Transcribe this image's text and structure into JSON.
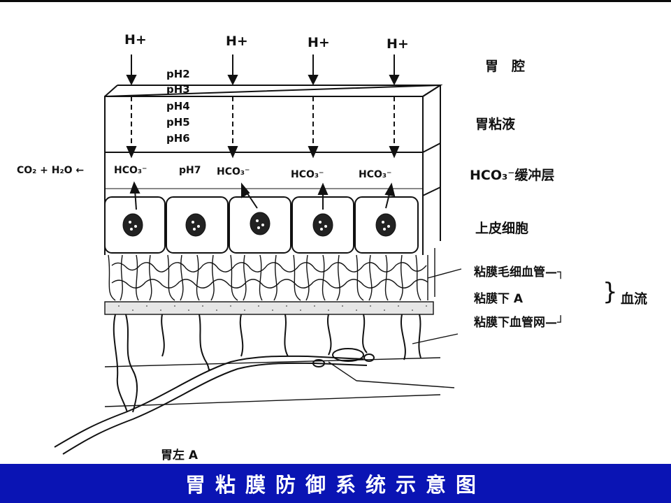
{
  "hydrogen_labels": [
    "H+",
    "H+",
    "H+",
    "H+"
  ],
  "ph_levels": [
    "pH2",
    "pH3",
    "pH4",
    "pH5",
    "pH6"
  ],
  "buffer_row": {
    "co2_eq": "CO₂ + H₂O ←",
    "hco3": [
      "HCO₃⁻",
      "HCO₃⁻",
      "HCO₃⁻",
      "HCO₃⁻"
    ],
    "ph7": "pH7"
  },
  "layers": {
    "lumen": "胃　腔",
    "mucus": "胃粘液",
    "buffer": "HCO₃⁻缓冲层",
    "epithelium": "上皮细胞",
    "capillary": "粘膜毛细血管—┐",
    "sub_a": "粘膜下 A",
    "sub_net": "粘膜下血管网—┘",
    "bracket": "}",
    "blood_flow": "血流"
  },
  "gastric_artery": "胃左 A",
  "footer_title": "胃粘膜防御系统示意图",
  "colors": {
    "footer_bg": "#0a14b4",
    "ink": "#111111"
  }
}
